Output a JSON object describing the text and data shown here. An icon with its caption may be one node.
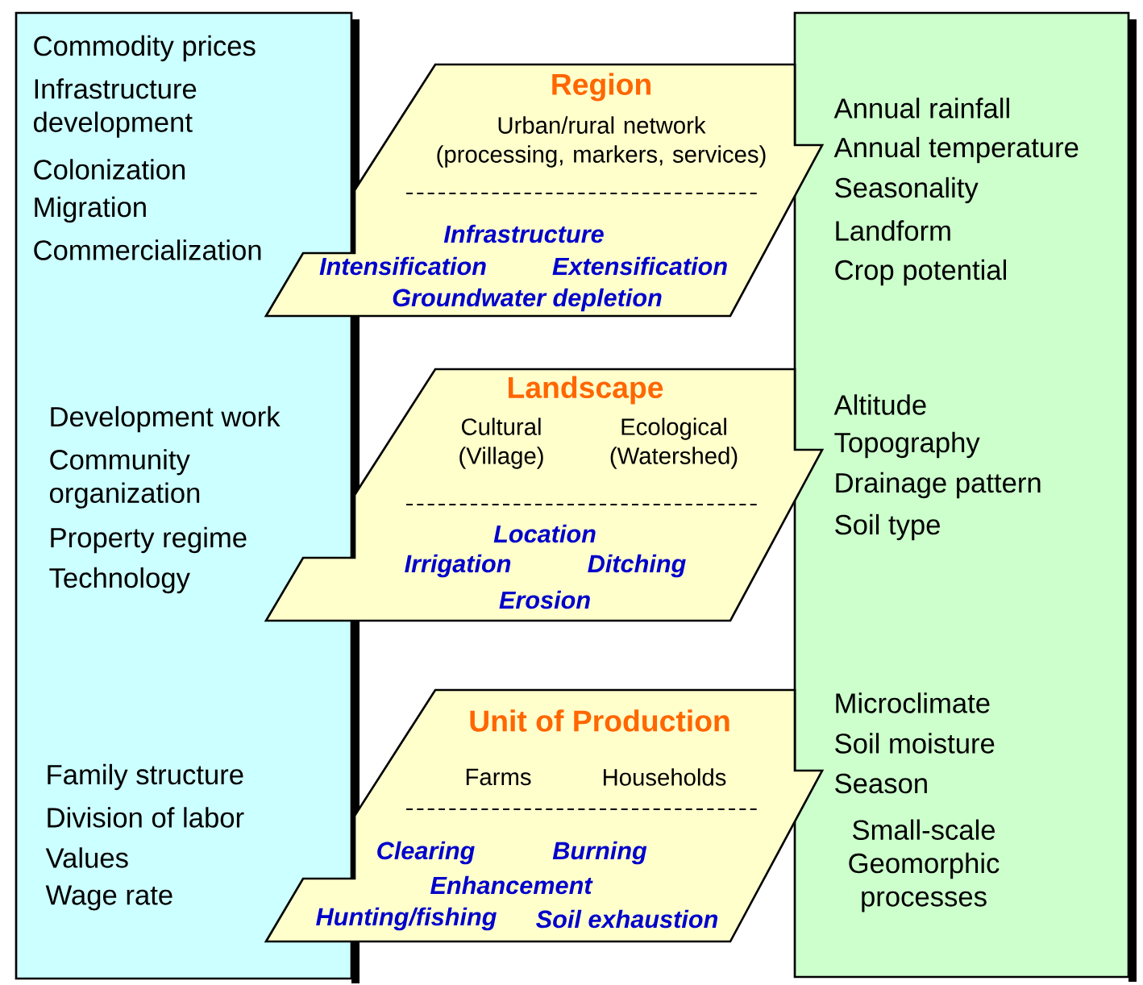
{
  "diagram": {
    "nodes": [
      {
        "text": [
          "Commodity prices",
          "Infrastructure development",
          "Colonization",
          "Migration",
          "Commercialization",
          "Development work",
          "Community organization",
          "Property regime",
          "Technology",
          "Family structure",
          "Division of labor",
          "Values",
          "Wage rate"
        ]
      },
      {
        "text": [
          "Annual rainfall",
          "Annual temperature",
          "Seasonality",
          "Landform",
          "Crop potential",
          "Altitude",
          "Topography",
          "Drainage pattern",
          "Soil type",
          "Microclimate",
          "Soil moisture",
          "Season",
          "Small-scale Geomorphic processes"
        ]
      },
      {
        "text": [
          "Region",
          "Urban/rural network (processing, markers, services)",
          "Infrastructure",
          "Intensification",
          "Extensification",
          "Groundwater depletion"
        ]
      },
      {
        "text": [
          "Landscape",
          "Cultural (Village)",
          "Ecological (Watershed)",
          "Location",
          "Irrigation",
          "Ditching",
          "Erosion"
        ]
      },
      {
        "text": [
          "Unit of Production",
          "Farms",
          "Households",
          "Clearing",
          "Burning",
          "Enhancement",
          "Hunting/fishing",
          "Soil exhaustion"
        ]
      }
    ]
  }
}
